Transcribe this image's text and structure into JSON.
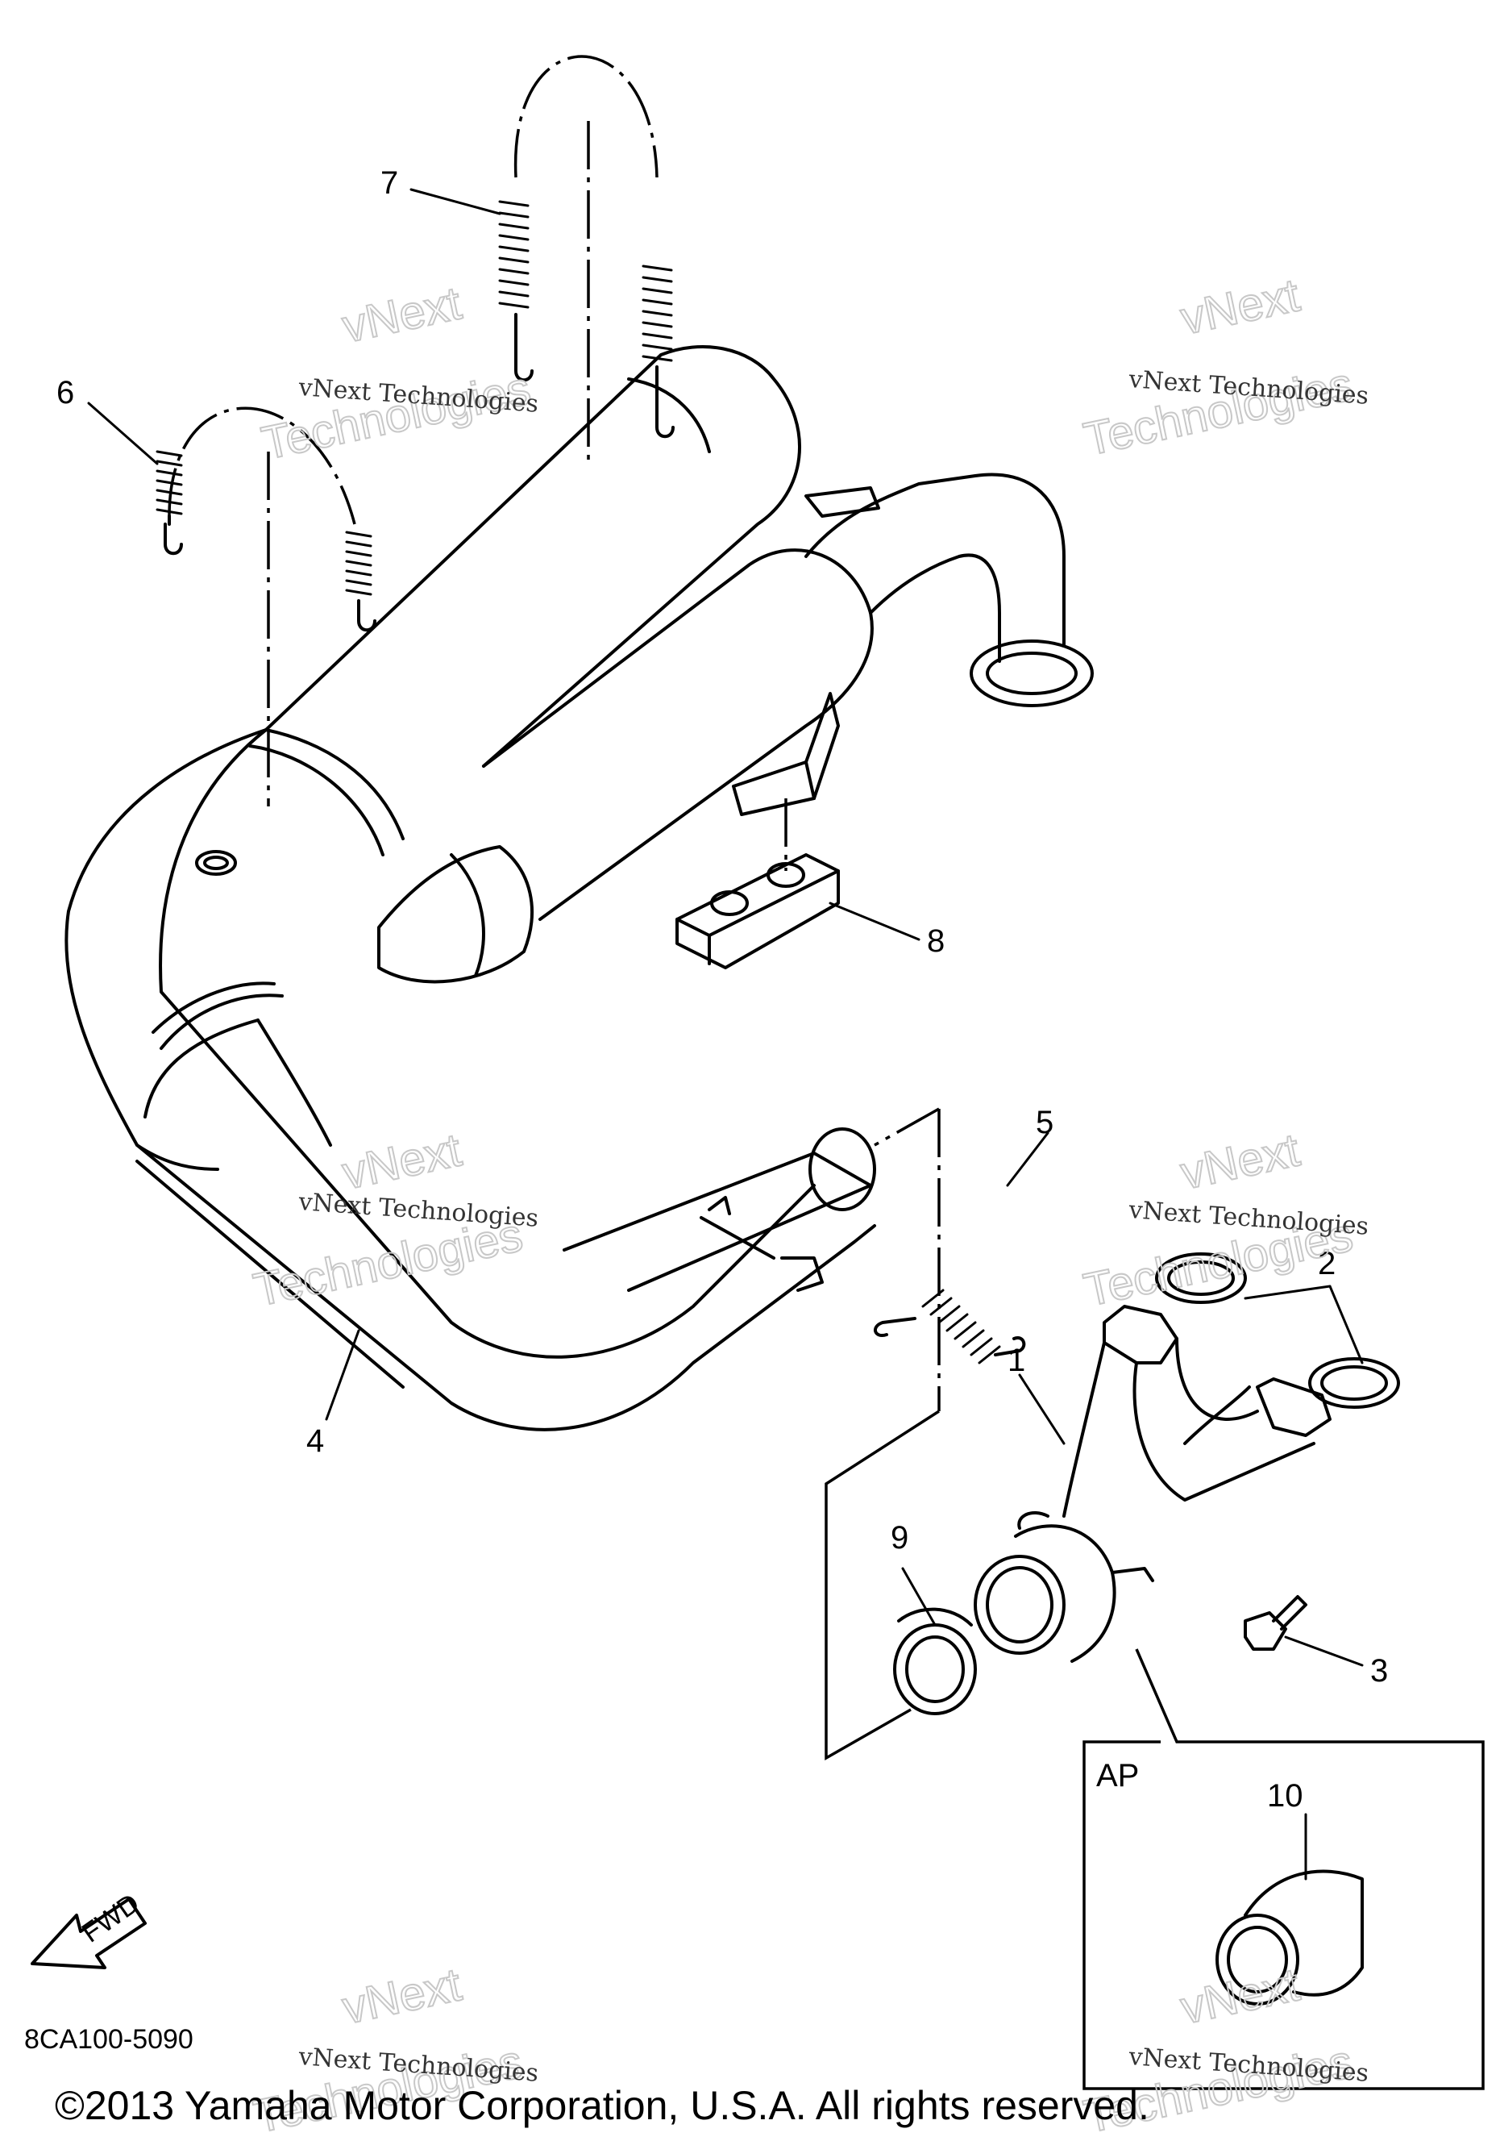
{
  "diagram_code": "8CA100-5090",
  "copyright": "©2013 Yamaha Motor Corporation, U.S.A. All rights reserved.",
  "inset_label": "AP",
  "fwd_label": "FWD",
  "watermark": {
    "line1": "vNext Technologies",
    "line2a": "vNext",
    "line2b": "Technologies"
  },
  "callouts": [
    "1",
    "2",
    "3",
    "4",
    "5",
    "6",
    "7",
    "8",
    "9",
    "10"
  ]
}
